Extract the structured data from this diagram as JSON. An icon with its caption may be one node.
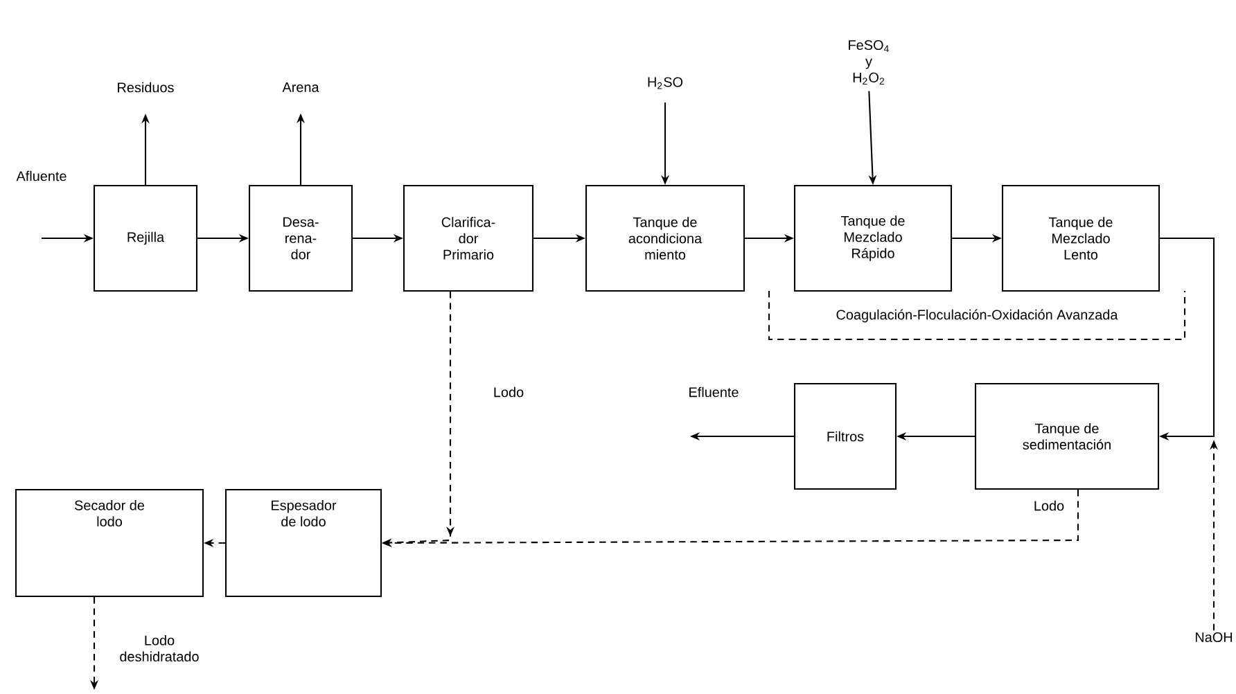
{
  "diagram": {
    "nodes": [
      {
        "text": [
          "Rejilla"
        ]
      },
      {
        "text": [
          "Desa- rena- dor"
        ]
      },
      {
        "text": [
          "Clarifica- dor Primario"
        ]
      },
      {
        "text": [
          "Tanque de acondiciona miento"
        ]
      },
      {
        "text": [
          "Tanque de Mezclado Rápido"
        ]
      },
      {
        "text": [
          "Tanque de Mezclado Lento"
        ]
      },
      {
        "text": [
          "Coagulación-Floculación-Oxidación Avanzada"
        ]
      },
      {
        "text": [
          "Tanque de sedimentación"
        ]
      },
      {
        "text": [
          "Filtros"
        ]
      },
      {
        "text": [
          "Espesador de lodo"
        ]
      },
      {
        "text": [
          "Secador de lodo"
        ]
      },
      {
        "text": [
          "Residuos"
        ]
      },
      {
        "text": [
          "Arena"
        ]
      },
      {
        "text": [
          "H$_{2}$SO"
        ]
      },
      {
        "text": [
          "FeSO$_{4}$ y H$_{2}$O$_{2}$"
        ]
      },
      {
        "text": [
          "NaOH"
        ]
      }
    ],
    "edges": [
      {
        "from": null,
        "to": 0,
        "arrow": "to",
        "label": "Afluente"
      },
      {
        "from": 0,
        "to": 11,
        "arrow": "to"
      },
      {
        "from": 1,
        "to": 12,
        "arrow": "to"
      },
      {
        "from": 13,
        "to": 3,
        "arrow": "to"
      },
      {
        "from": 14,
        "to": 4,
        "arrow": "to"
      },
      {
        "from": 0,
        "to": 1,
        "arrow": "to"
      },
      {
        "from": 1,
        "to": 2,
        "arrow": "to"
      },
      {
        "from": 2,
        "to": 3,
        "arrow": "to"
      },
      {
        "from": 3,
        "to": 4,
        "arrow": "to"
      },
      {
        "from": 4,
        "to": 5,
        "arrow": "to"
      },
      {
        "from": 5,
        "to": 7,
        "arrow": "to"
      },
      {
        "from": 15,
        "to": 7,
        "arrow": "to",
        "style": "dashed"
      },
      {
        "from": 7,
        "to": 8,
        "arrow": "to"
      },
      {
        "from": 8,
        "to": null,
        "arrow": "to",
        "label": "Efluente"
      },
      {
        "from": 2,
        "to": 9,
        "arrow": "to",
        "style": "dashed",
        "label": "Lodo"
      },
      {
        "from": 7,
        "to": 9,
        "arrow": "to",
        "style": "dashed",
        "label": "Lodo"
      },
      {
        "from": 9,
        "to": 10,
        "arrow": "to",
        "style": "dashed"
      },
      {
        "from": 10,
        "to": null,
        "arrow": "to",
        "style": "dashed",
        "label": "Lodo deshidratado"
      }
    ]
  }
}
